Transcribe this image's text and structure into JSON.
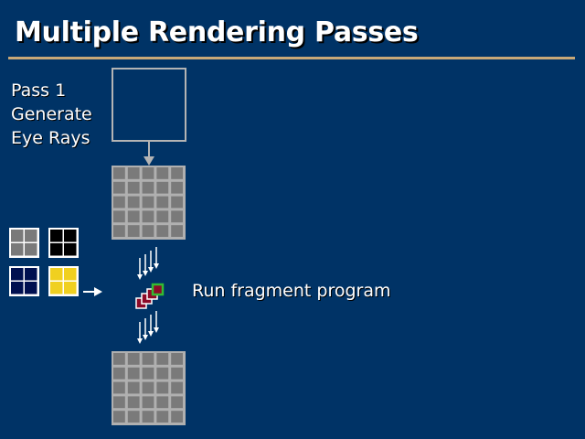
{
  "slide": {
    "title": "Multiple Rendering Passes",
    "pass_label": [
      "Pass 1",
      "Generate",
      "Eye Rays"
    ],
    "caption": "Run fragment program"
  },
  "colors": {
    "background": "#003366",
    "rule": "#c8a878",
    "outline": "#b4b4b4",
    "grid_cell": "#7a7a7a",
    "grid_line": "#b0b0b0",
    "arrow": "#ffffff",
    "fragment_fill": "#8c0a28",
    "fragment_highlight": "#33bb33"
  },
  "diagram": {
    "input_texture_grid": [
      5,
      5
    ],
    "output_texture_grid": [
      5,
      5
    ],
    "swatches": [
      {
        "name": "gray",
        "color": "#7a7a7a"
      },
      {
        "name": "black",
        "color": "#000000"
      },
      {
        "name": "navy",
        "color": "#001050"
      },
      {
        "name": "yellow",
        "color": "#f0d020"
      }
    ],
    "fragment_count": 4
  }
}
